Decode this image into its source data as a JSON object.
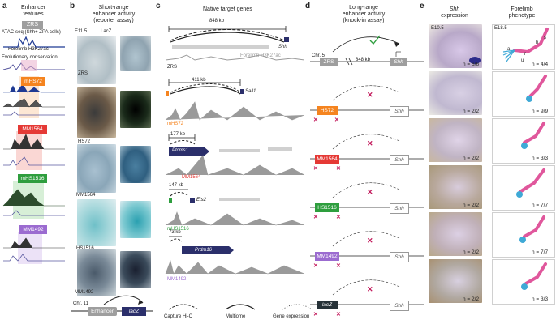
{
  "panels": {
    "a": "a",
    "b": "b",
    "c": "c",
    "d": "d",
    "e": "e"
  },
  "a": {
    "title_line1": "Enhancer",
    "title_line2": "features",
    "zrs": "ZRS",
    "track1": "ATAC-seq (Shh+ ZPA cells)",
    "track2": "Forelimb H3K27ac",
    "track3": "Evolutionary conservation",
    "elements": [
      "mHS72",
      "MM1564",
      "mHS1516",
      "MM1492"
    ]
  },
  "b": {
    "title_line1": "Short-range",
    "title_line2": "enhancer activity",
    "title_line3": "(reporter assay)",
    "stage": "E11.5",
    "stain": "LacZ",
    "labels": [
      "ZRS",
      "HS72",
      "MM1564",
      "HS1516",
      "MM1492"
    ],
    "chr": "Chr. 11",
    "enhancer": "Enhancer",
    "lacz": "lacZ"
  },
  "c": {
    "title": "Native target genes",
    "distances": [
      "848 kb",
      "411 kb",
      "177 kb",
      "147 kb",
      "73 kb"
    ],
    "genes": [
      "Shh",
      "Sall1",
      "Ptcms1",
      "Ets2",
      "Prdm16"
    ],
    "track": "Forelimb H3K27ac",
    "elements": [
      "ZRS",
      "mHS72",
      "MM1564",
      "mHS1516",
      "MM1492"
    ],
    "legend": [
      "Capture Hi-C",
      "Multiome",
      "Gene expression"
    ]
  },
  "d": {
    "title_line1": "Long-range",
    "title_line2": "enhancer activity",
    "title_line3": "(knock-in assay)",
    "chr": "Chr. 5",
    "distance": "848 kb",
    "gene": "Shh",
    "elements": [
      "ZRS",
      "HS72",
      "MM1564",
      "HS1516",
      "MM1492",
      "lacZ"
    ]
  },
  "e": {
    "col1_line1": "Shh",
    "col1_line2": "expression",
    "col2_line1": "Forelimb",
    "col2_line2": "phenotype",
    "stage1": "E10.5",
    "stage2": "E18.5",
    "bones": [
      "s",
      "h",
      "r",
      "u",
      "a"
    ],
    "n_expr": [
      "n = 6/6",
      "n = 2/2",
      "n = 2/2",
      "n = 2/2",
      "n = 2/2",
      "n = 2/2"
    ],
    "n_pheno": [
      "n = 4/4",
      "n = 9/9",
      "n = 3/3",
      "n = 7/7",
      "n = 7/7",
      "n = 3/3"
    ]
  },
  "colors": {
    "zrs": "#9e9e9e",
    "hs72": "#f5841f",
    "mm1564": "#e53935",
    "hs1516": "#2e9e3e",
    "mm1492": "#9b6bd0",
    "lacz": "#263238",
    "cross": "#c2185b",
    "check": "#2e9e3e",
    "bone_pink": "#e0579c",
    "cartilage_blue": "#3fa9d6"
  }
}
